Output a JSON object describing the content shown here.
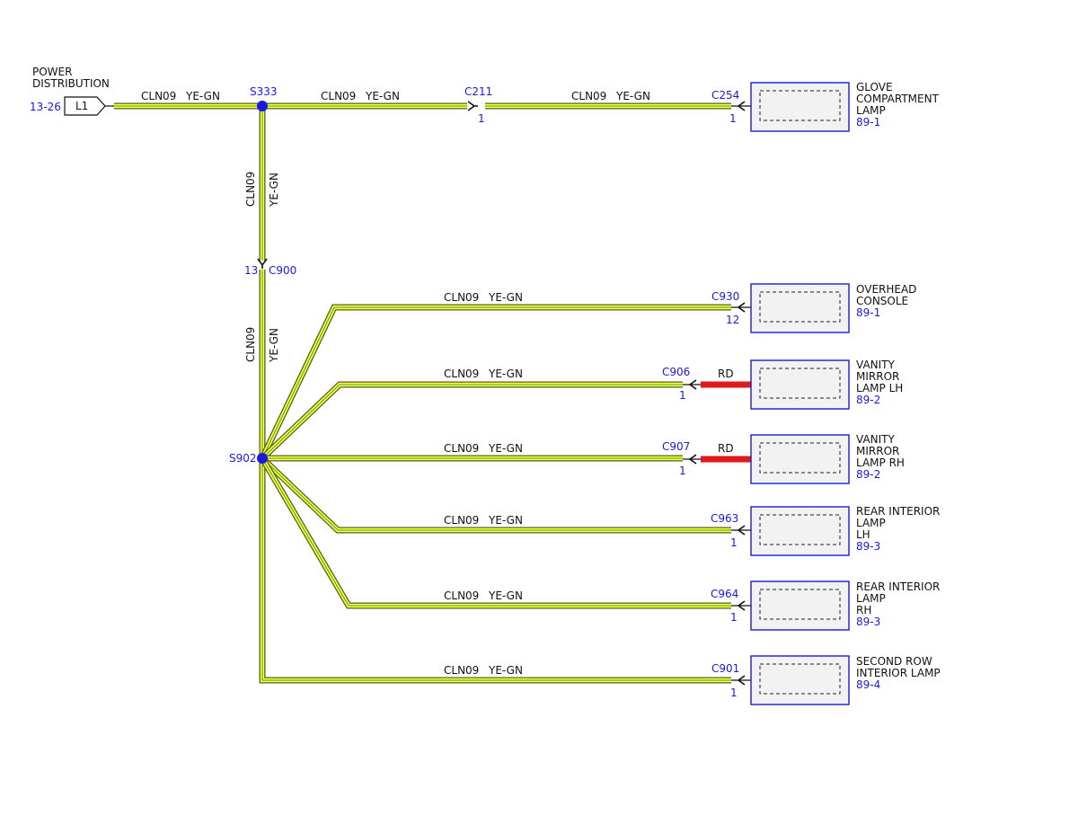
{
  "source": {
    "title_line1": "POWER",
    "title_line2": "DISTRIBUTION",
    "page_ref": "13-26",
    "pin_label": "L1"
  },
  "splices": {
    "s333": "S333",
    "s902": "S902"
  },
  "wire": {
    "circuit": "CLN09",
    "color": "YE-GN"
  },
  "red_wire_color": "RD",
  "inline_connectors": {
    "c211": {
      "name": "C211",
      "pin": "1"
    },
    "c900": {
      "name": "C900",
      "pin": "13"
    }
  },
  "components": [
    {
      "connector": "C254",
      "pin": "1",
      "lines": [
        "GLOVE",
        "COMPARTMENT",
        "LAMP"
      ],
      "ref": "89-1"
    },
    {
      "connector": "C930",
      "pin": "12",
      "lines": [
        "OVERHEAD",
        "CONSOLE"
      ],
      "ref": "89-1"
    },
    {
      "connector": "C906",
      "pin": "1",
      "lines": [
        "VANITY",
        "MIRROR",
        "LAMP LH"
      ],
      "ref": "89-2"
    },
    {
      "connector": "C907",
      "pin": "1",
      "lines": [
        "VANITY",
        "MIRROR",
        "LAMP RH"
      ],
      "ref": "89-2"
    },
    {
      "connector": "C963",
      "pin": "1",
      "lines": [
        "REAR INTERIOR",
        "LAMP",
        "LH"
      ],
      "ref": "89-3"
    },
    {
      "connector": "C964",
      "pin": "1",
      "lines": [
        "REAR INTERIOR",
        "LAMP",
        "RH"
      ],
      "ref": "89-3"
    },
    {
      "connector": "C901",
      "pin": "1",
      "lines": [
        "SECOND ROW",
        "INTERIOR LAMP"
      ],
      "ref": "89-4"
    }
  ],
  "colors": {
    "wire_yellow": "#ffff33",
    "wire_green_stripe": "#2aa64a",
    "red_wire": "#e01a1a",
    "reference_blue": "#1a1adc"
  }
}
